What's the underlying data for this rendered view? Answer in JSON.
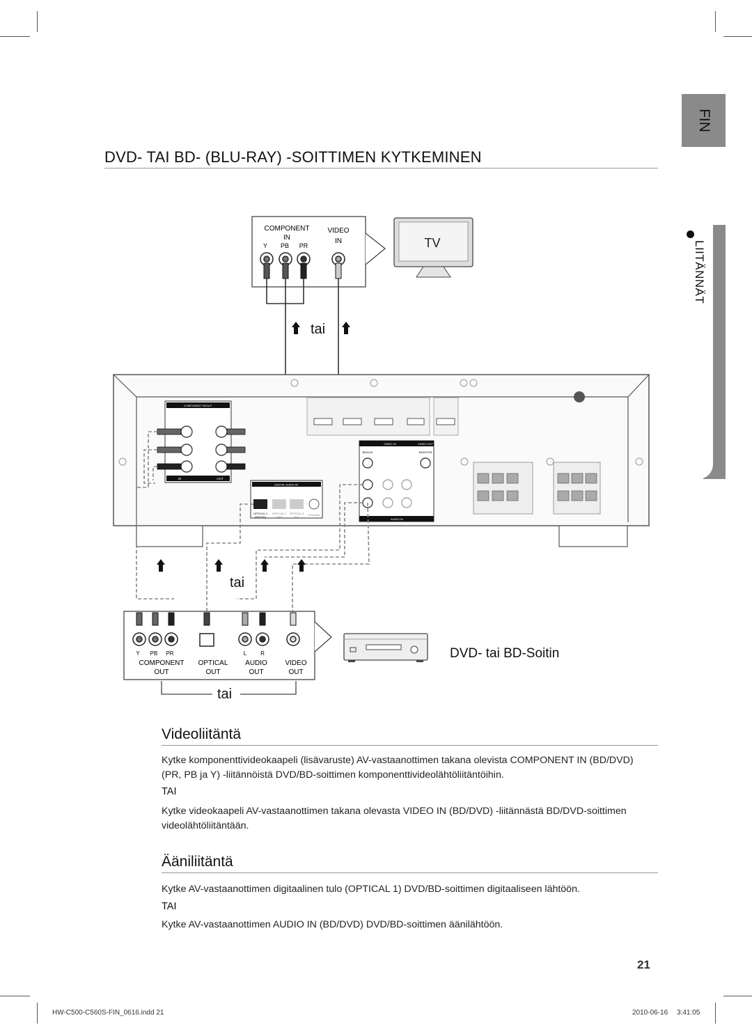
{
  "page": {
    "title": "DVD- TAI BD- (BLU-RAY) -SOITTIMEN KYTKEMINEN",
    "lang_tab": "FIN",
    "section_tab": "LIITÄNNÄT",
    "page_number": "21",
    "footer_file": "HW-C500-C560S-FIN_0616.indd   21",
    "footer_date": "2010-06-16",
    "footer_time": "3:41:05"
  },
  "diagram": {
    "tv_panel": {
      "component_label": "COMPONENT",
      "component_in": "IN",
      "video_label": "VIDEO",
      "video_in": "IN",
      "y": "Y",
      "pb": "PB",
      "pr": "PR"
    },
    "tv_label": "TV",
    "or_word": "tai",
    "receiver": {
      "component_inout": "COMPONENT IN/OUT",
      "in": "IN",
      "out": "OUT",
      "digital_audio_in": "DIGITAL AUDIO IN",
      "optical1": "OPTICAL 1",
      "optical1_sub": "(BD/DVD)",
      "optical2": "OPTICAL 2",
      "optical2_sub": "(SAT)",
      "optical3": "OPTICAL 3",
      "optical3_sub": "(TV)",
      "coaxial": "COAXIAL",
      "video_in": "VIDEO IN",
      "video_out": "VIDEO OUT",
      "bd_dvd": "BD/DVD",
      "monitor": "MONITOR",
      "audio_in": "AUDIO IN"
    },
    "player_panel": {
      "y": "Y",
      "pb": "PB",
      "pr": "PR",
      "l": "L",
      "r": "R",
      "component": "COMPONENT",
      "optical": "OPTICAL",
      "audio": "AUDIO",
      "video": "VIDEO",
      "out": "OUT"
    },
    "player_label": "DVD- tai BD-Soitin"
  },
  "sections": {
    "video": {
      "heading": "Videoliitäntä",
      "para1": "Kytke komponenttivideokaapeli (lisävaruste) AV-vastaanottimen takana olevista COMPONENT IN (BD/DVD) (PR, PB ja Y) -liitännöistä DVD/BD-soittimen komponenttivideolähtöliitäntöihin.",
      "tai": "TAI",
      "para2": "Kytke videokaapeli AV-vastaanottimen takana olevasta VIDEO IN (BD/DVD) -liitännästä BD/DVD-soittimen videolähtöliitäntään."
    },
    "audio": {
      "heading": "Ääniliitäntä",
      "para1": "Kytke AV-vastaanottimen digitaalinen tulo (OPTICAL 1) DVD/BD-soittimen digitaaliseen lähtöön.",
      "tai": "TAI",
      "para2": "Kytke AV-vastaanottimen AUDIO IN (BD/DVD) DVD/BD-soittimen äänilähtöön."
    }
  }
}
